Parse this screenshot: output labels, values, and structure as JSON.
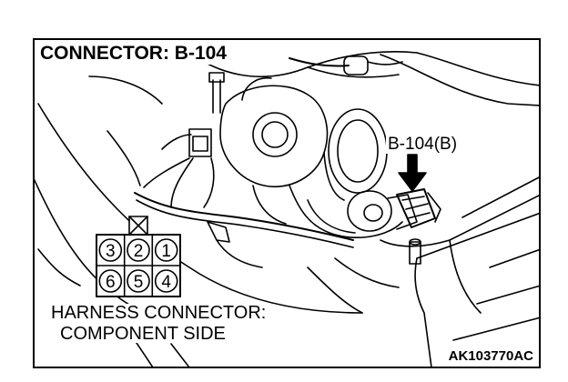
{
  "title": "CONNECTOR: B-104",
  "callout_label": "B-104(B)",
  "connector": {
    "top_pins": [
      "3",
      "2",
      "1"
    ],
    "bottom_pins": [
      "6",
      "5",
      "4"
    ]
  },
  "caption": {
    "line1": "HARNESS CONNECTOR:",
    "line2": "COMPONENT SIDE"
  },
  "figure_id": "AK103770AC"
}
